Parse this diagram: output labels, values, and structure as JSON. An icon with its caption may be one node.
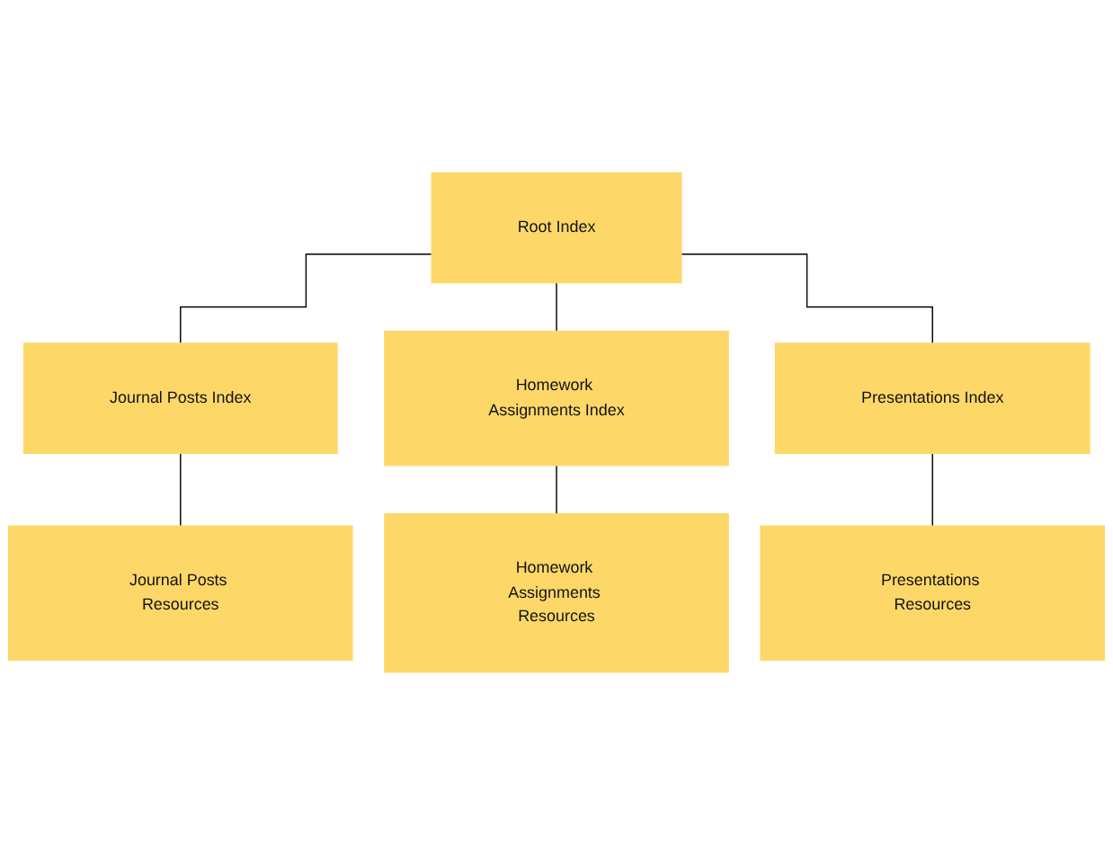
{
  "diagram": {
    "nodes": [
      {
        "text": [
          "Root Index"
        ]
      },
      {
        "text": [
          "Journal Posts Index"
        ]
      },
      {
        "text": [
          "Homework Assignments Index"
        ]
      },
      {
        "text": [
          "Presentations Index"
        ]
      },
      {
        "text": [
          "Journal Posts Resources"
        ]
      },
      {
        "text": [
          "Homework Assignments Resources"
        ]
      },
      {
        "text": [
          "Presentations Resources"
        ]
      }
    ],
    "edges": [
      {
        "from": 0,
        "to": 1,
        "arrow": "none"
      },
      {
        "from": 0,
        "to": 2,
        "arrow": "none"
      },
      {
        "from": 0,
        "to": 3,
        "arrow": "none"
      },
      {
        "from": 1,
        "to": 4,
        "arrow": "none"
      },
      {
        "from": 2,
        "to": 5,
        "arrow": "none"
      },
      {
        "from": 3,
        "to": 6,
        "arrow": "none"
      }
    ]
  }
}
